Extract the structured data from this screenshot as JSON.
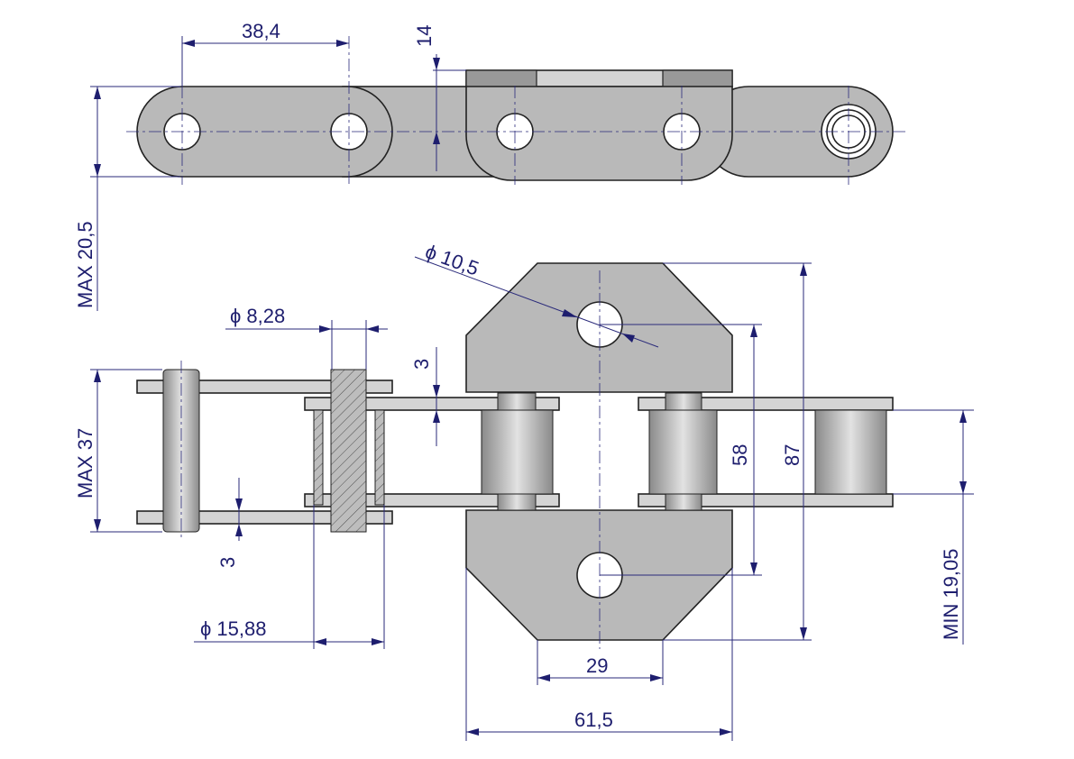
{
  "drawing": {
    "title": "Chain with attachment plates - dimensioned drawing",
    "colors": {
      "dimension": "#1e1e6e",
      "part": "#b9b9b9",
      "outline": "#222222"
    },
    "dimensions": {
      "pitch": "38,4",
      "attachment_offset": "14",
      "max_height_top": "MAX 20,5",
      "hole_diameter": "ϕ 10,5",
      "pin_diameter": "ϕ 8,28",
      "plate_thickness_top": "3",
      "max_width": "MAX 37",
      "plate_thickness_bottom": "3",
      "hole_spacing": "58",
      "plate_height": "87",
      "min_inner_width": "MIN 19,05",
      "roller_diameter": "ϕ 15,88",
      "plate_top_width": "29",
      "plate_bottom_width": "61,5"
    }
  }
}
